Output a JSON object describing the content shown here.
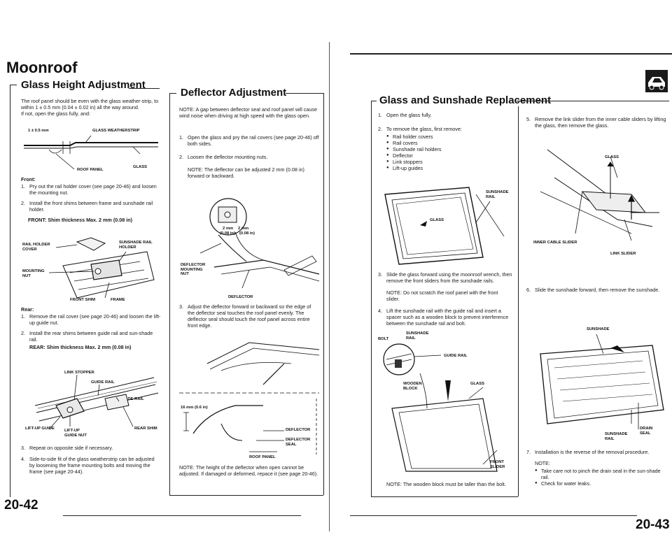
{
  "left_page": {
    "heading": "Moonroof",
    "section": "Glass Height Adjustment",
    "intro": "The roof panel should be even with the glass weather-strip, to within 1 ± 0.5 mm (0.04 ± 0.02 in) all the way around.",
    "intro2": "If not, open the glass fully, and:",
    "fig1_labels": {
      "tol": "1 ± 0.5 mm",
      "weatherstrip": "GLASS WEATHERSTRIP",
      "roof_panel": "ROOF PANEL",
      "glass": "GLASS"
    },
    "front_label": "Front:",
    "front_steps": [
      {
        "n": "1.",
        "t": "Pry out the rail holder cover (see page 20-46) and loosen the mounting nut."
      },
      {
        "n": "2.",
        "t": "Install the front shims between frame and sunshade rail holder."
      }
    ],
    "front_shim": "FRONT: Shim thickness Max. 2 mm (0.08 in)",
    "fig2_labels": {
      "rail_holder_cover": "RAIL HOLDER COVER",
      "sunshade_rail_holder": "SUNSHADE RAIL HOLDER",
      "mounting_nut": "MOUNTING NUT",
      "front_shim": "FRONT SHIM",
      "frame": "FRAME"
    },
    "rear_label": "Rear:",
    "rear_steps": [
      {
        "n": "1.",
        "t": "Remove the rail cover (see page 20-46) and loosen the lift-up guide nut."
      },
      {
        "n": "2.",
        "t": "Install the rear shims between guide rail and sun-shade rail."
      }
    ],
    "rear_shim": "REAR: Shim thickness Max. 2 mm (0.08 in)",
    "fig3_labels": {
      "link_stopper": "LINK STOPPER",
      "guide_rail": "GUIDE RAIL",
      "sunshade_rail": "SUNSHADE RAIL",
      "liftup_guide": "LIFT-UP GUIDE",
      "liftup_guide_nut": "LIFT-UP GUIDE NUT",
      "rear_shim": "REAR SHIM"
    },
    "end_steps": [
      {
        "n": "3.",
        "t": "Repeat on opposite side if necessary."
      },
      {
        "n": "4.",
        "t": "Side-to-side fit of the glass weatherstrip can be adjusted by loosening the frame mounting bolts and moving the frame (see page 20-44)."
      }
    ],
    "page_number": "20-42"
  },
  "deflector": {
    "section": "Deflector Adjustment",
    "note1": "NOTE: A gap between deflector seal and roof panel will cause wind noise when driving at high speed with the glass open.",
    "steps": [
      {
        "n": "1.",
        "t": "Open the glass and pry the rail covers (see page 20-46) off both sides."
      },
      {
        "n": "2.",
        "t": "Loosen the deflector mounting nuts."
      }
    ],
    "note2": "NOTE: The deflector can be adjusted 2 mm (0.08 in) forward or backward.",
    "fig_labels": {
      "mm1": "2 mm",
      "in1": "(0.08 in)",
      "mm2": "2 mm",
      "in2": "(0.08 in)",
      "mounting_nut": "DEFLECTOR MOUNTING NUT",
      "deflector": "DEFLECTOR"
    },
    "step3": {
      "n": "3.",
      "t": "Adjust the deflector forward or backward so the edge of the deflector seal touches the roof panel evenly. The deflector seal should touch the roof panel across entire front edge."
    },
    "fig2_labels": {
      "height": "16 mm (0.6 in)",
      "deflector": "DEFLECTOR",
      "deflector_seal": "DEFLECTOR SEAL",
      "roof_panel": "ROOF PANEL"
    },
    "note3": "NOTE: The height of the deflector when open cannot be adjusted. If damaged or deformed, repace it (see page 20-46)."
  },
  "right_page": {
    "section": "Glass and Sunshade Replacement",
    "steps12": [
      {
        "n": "1.",
        "t": "Open the glass fully."
      },
      {
        "n": "2.",
        "t": "To remove the glass, first remove:"
      }
    ],
    "bullets": [
      "Rail holder covers",
      "Rail covers",
      "Sunshade rail holders",
      "Deflector",
      "Link stoppers",
      "Lift-up guides"
    ],
    "fig1_labels": {
      "sunshade_rail": "SUNSHADE RAIL",
      "glass": "GLASS"
    },
    "step3": {
      "n": "3.",
      "t": "Slide the glass forward using the moonroof wrench, then remove the front sliders from the sunshade rails."
    },
    "note3": "NOTE: Do not scratch the roof panel with the front slider.",
    "step4": {
      "n": "4.",
      "t": "Lift the sunshade rail with the guide rail and insert a spacer such as a wooden block to prevent interference between the sunshade rail and bolt."
    },
    "fig2_labels": {
      "bolt": "BOLT",
      "sunshade_rail": "SUNSHADE RAIL",
      "guide_rail": "GUIDE RAIL",
      "wooden_block": "WOODEN BLOCK",
      "glass": "GLASS",
      "front_slider": "FRONT SLIDER"
    },
    "note4": "NOTE: The wooden block must be taller than the bolt.",
    "step5": {
      "n": "5.",
      "t": "Remove the link slider from the inner cable sliders by lifting the glass, then remove the glass."
    },
    "fig3_labels": {
      "glass": "GLASS",
      "inner_cable_slider": "INNER CABLE SLIDER",
      "link_slider": "LINK SLIDER"
    },
    "step6": {
      "n": "6.",
      "t": "Slide the sunshade forward, then remove the sunshade."
    },
    "fig4_labels": {
      "sunshade": "SUNSHADE",
      "drain_seal": "DRAIN SEAL",
      "sunshade_rail": "SUNSHADE RAIL"
    },
    "step7": {
      "n": "7.",
      "t": "Installation is the reverse of the removal procedure."
    },
    "note7_label": "NOTE:",
    "note7_bullets": [
      "Take care not to pinch the drain seal in the sun-shade rail.",
      "Check for water leaks."
    ],
    "page_number": "20-43"
  },
  "colors": {
    "ink": "#111111",
    "paper": "#ffffff",
    "tab": "#1a1a1a"
  }
}
